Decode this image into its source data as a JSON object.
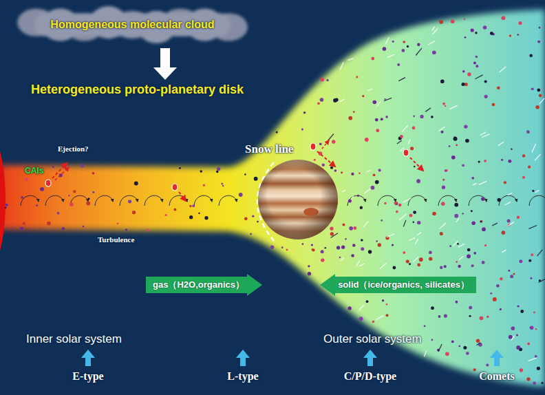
{
  "diagram": {
    "nodes": [
      {
        "text": [
          "Homogeneous molecular cloud"
        ]
      },
      {
        "text": [
          "gas（H2O,organics）"
        ]
      },
      {
        "text": [
          "solid（ice/organics, silicates）"
        ]
      }
    ],
    "labels": [
      "Heterogeneous proto-planetary disk",
      "Snow line",
      "Ejection?",
      "CAIs",
      "Turbulence",
      "Inner solar system",
      "Outer solar system",
      "E-type",
      "L-type",
      "C/P/D-type",
      "Comets"
    ]
  }
}
